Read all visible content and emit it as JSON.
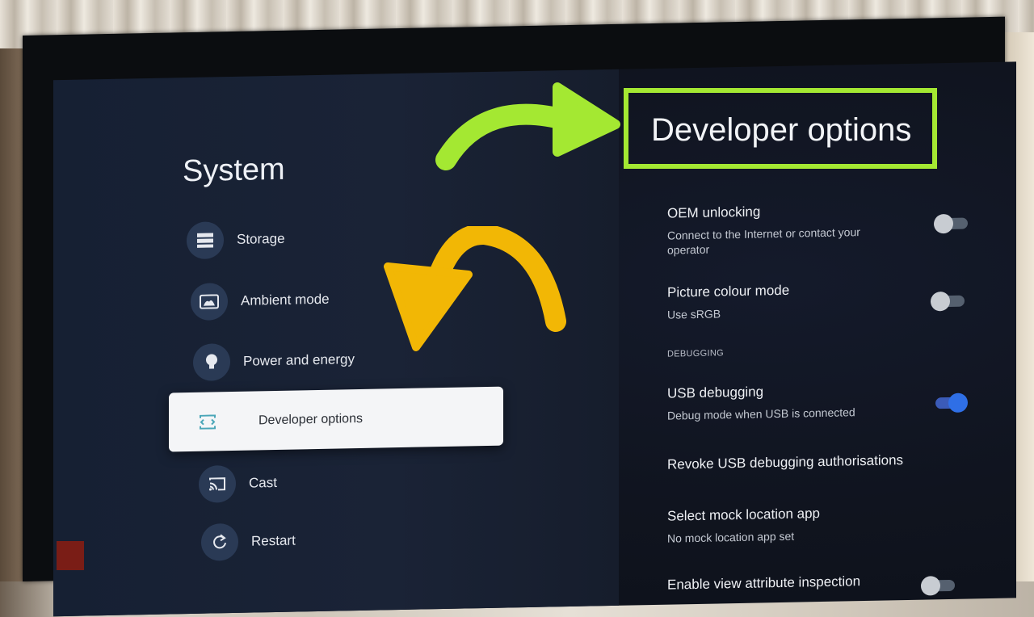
{
  "system_title": "System",
  "menu": [
    {
      "label": "Storage",
      "icon": "storage-icon"
    },
    {
      "label": "Ambient mode",
      "icon": "ambient-mode-icon"
    },
    {
      "label": "Power and energy",
      "icon": "lightbulb-icon"
    },
    {
      "label": "Developer options",
      "icon": "developer-options-icon",
      "selected": true
    },
    {
      "label": "Cast",
      "icon": "cast-icon"
    },
    {
      "label": "Restart",
      "icon": "restart-icon"
    }
  ],
  "panel": {
    "title": "Developer options",
    "options": [
      {
        "title": "OEM unlocking",
        "subtitle": "Connect to the Internet or contact your operator",
        "toggle": false
      },
      {
        "title": "Picture colour mode",
        "subtitle": "Use sRGB",
        "toggle": false
      },
      {
        "title": "USB debugging",
        "subtitle": "Debug mode when USB is connected",
        "toggle": true
      },
      {
        "title": "Revoke USB debugging authorisations",
        "subtitle": ""
      },
      {
        "title": "Select mock location app",
        "subtitle": "No mock location app set"
      },
      {
        "title": "Enable view attribute inspection",
        "subtitle": "",
        "toggle": false
      }
    ],
    "section_debugging": "DEBUGGING"
  },
  "colors": {
    "highlight_box": "#a4e832",
    "green_arrow": "#a4e832",
    "yellow_arrow": "#f2b705",
    "toggle_on": "#2f6fe6"
  }
}
